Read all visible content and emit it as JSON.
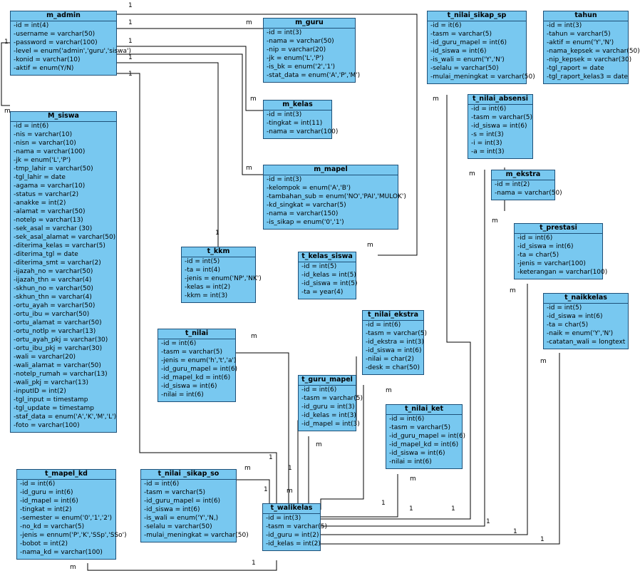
{
  "entities": [
    {
      "key": "m_admin",
      "title": "m_admin",
      "fields": [
        "id = int(4)",
        "username = varchar(50)",
        "password = varchar(100)",
        "level = enum('admin','guru','siswa')",
        "konid = varchar(10)",
        "aktif = enum(Y/N)"
      ]
    },
    {
      "key": "m_guru",
      "title": "m_guru",
      "fields": [
        "id = int(3)",
        "nama = varchar(50)",
        "nip = varchar(20)",
        "jk = enum('L','P')",
        "is_bk = enum('2','1')",
        "stat_data = enum('A','P','M')"
      ]
    },
    {
      "key": "t_nilai_sikap_sp",
      "title": "t_nilai_sikap_sp",
      "fields": [
        "id = it(6)",
        "tasm = varchar(5)",
        "id_guru_mapel = int(6)",
        "id_siswa = int(6)",
        "is_wali = enum('Y','N')",
        "selalu = varchar(50)",
        "mulai_meningkat = varchar(50)"
      ]
    },
    {
      "key": "tahun",
      "title": "tahun",
      "fields": [
        "id = int(3)",
        "tahun = varchar(5)",
        "aktif = enum('Y','N')",
        "nama_kepsek = varchar(50)",
        "nip_kepsek = varchar(30)",
        "tgl_raport = date",
        "tgl_raport_kelas3 = date"
      ]
    },
    {
      "key": "m_kelas",
      "title": "m_kelas",
      "fields": [
        "id = int(3)",
        "tingkat = int(11)",
        "nama = varchar(100)"
      ]
    },
    {
      "key": "t_nilai_absensi",
      "title": "t_nilai_absensi",
      "fields": [
        "id = int(6)",
        "tasm = varchar(5)",
        "id_siswa = int(6)",
        "s = int(3)",
        "i = int(3)",
        "a = int(3)"
      ]
    },
    {
      "key": "M_siswa",
      "title": "M_siswa",
      "fields": [
        "id = int(6)",
        "nis = varchar(10)",
        "nisn = varchar(10)",
        "nama = varchar(100)",
        "jk = enum('L','P')",
        "tmp_lahir = varchar(50)",
        "tgl_lahir = date",
        "agama = varchar(10)",
        "status = varchar(2)",
        "anakke = int(2)",
        "alamat = varchar(50)",
        "notelp = varchar(13)",
        "sek_asal = varchar (30)",
        "sek_asal_alamat = varchar(50)",
        "diterima_kelas = varchar(5)",
        "diterima_tgl = date",
        "diterima_smt = varchar(2)",
        "ijazah_no = varchar(50)",
        "ijazah_thn = varchar(4)",
        "skhun_no = varchar(50)",
        "skhun_thn = varchar(4)",
        "ortu_ayah = varchar(50)",
        "ortu_ibu = varchar(50)",
        "ortu_alamat = varchar(50)",
        "ortu_notlp = varchar(13)",
        "ortu_ayah_pkj = varchar(30)",
        "ortu_ibu_pkj = varchar(30)",
        "wali = varchar(20)",
        "wali_alamat = varchar(50)",
        "notelp_rumah = varchar(13)",
        "wali_pkj = varchar(13)",
        "inputID = int(2)",
        "tgl_input = timestamp",
        "tgl_update = timestamp",
        "staf_data = enum('A','K','M','L')",
        "foto = varchar(100)"
      ]
    },
    {
      "key": "m_mapel",
      "title": "m_mapel",
      "fields": [
        "id = int(3)",
        "kelompok = enum('A','B')",
        "tambahan_sub = enum('NO','PAI','MULOK')",
        "kd_singkat = varchar(5)",
        "nama = varchar(150)",
        "is_sikap = enum('0','1')"
      ]
    },
    {
      "key": "m_ekstra",
      "title": "m_ekstra",
      "fields": [
        "id = int(2)",
        "nama = varchar(50)"
      ]
    },
    {
      "key": "t_prestasi",
      "title": "t_prestasi",
      "fields": [
        "id = int(6)",
        "id_siswa = int(6)",
        "ta = char(5)",
        "jenis = varchar(100)",
        "keterangan = varchar(100)"
      ]
    },
    {
      "key": "t_kkm",
      "title": "t_kkm",
      "fields": [
        "id = int(5)",
        "ta = int(4)",
        "jenis = enum('NP','NK')",
        "kelas = int(2)",
        "kkm = int(3)"
      ]
    },
    {
      "key": "t_kelas_siswa",
      "title": "t_kelas_siswa",
      "fields": [
        "id = int(5)",
        "id_kelas = int(5)",
        "id_siswa = int(5)",
        "ta = year(4)"
      ]
    },
    {
      "key": "t_naikkelas",
      "title": "t_naikkelas",
      "fields": [
        "id = int(5)",
        "id_siswa = int(6)",
        "ta = char(5)",
        "naik = enum('Y','N')",
        "catatan_wali = longtext"
      ]
    },
    {
      "key": "t_nilai_ekstra",
      "title": "t_nilai_ekstra",
      "fields": [
        "id = int(6)",
        "tasm = varchar(5)",
        "id_ekstra = int(3)",
        "id_siswa = int(6)",
        "nilai = char(2)",
        "desk = char(50)"
      ]
    },
    {
      "key": "t_nilai",
      "title": "t_nilai",
      "fields": [
        "id = int(6)",
        "tasm = varchar(5)",
        "jenis = enum('h','t','a')",
        "id_guru_mapel = int(6)",
        "id_mapel_kd = int(6)",
        "id_siswa = int(6)",
        "nilai = int(6)"
      ]
    },
    {
      "key": "t_guru_mapel",
      "title": "t_guru_mapel",
      "fields": [
        "id = int(6)",
        "tasm = varchar(5)",
        "id_guru = int(3)",
        "id_kelas = int(3)",
        "id_mapel = int(3)"
      ]
    },
    {
      "key": "t_nilai_ket",
      "title": "t_nilai_ket",
      "fields": [
        "id = int(6)",
        "tasm = varchar(5)",
        "id_guru_mapel = int(6)",
        "id_mapel_kd = int(6)",
        "id_siswa = int(6)",
        "nilai = int(6)"
      ]
    },
    {
      "key": "t_mapel_kd",
      "title": "t_mapel_kd",
      "fields": [
        "id = int(6)",
        "id_guru = int(6)",
        "id_mapel = int(6)",
        "tingkat = int(2)",
        "semester = enum('0','1','2')",
        "no_kd = varchar(5)",
        "jenis = ennum('P','K','SSp','SSo')",
        "bobot = int(2)",
        "nama_kd = varchar(100)"
      ]
    },
    {
      "key": "t_nilai_sikap_so",
      "title": "t_nilai _sikap_so",
      "fields": [
        "id = int(6)",
        "tasm = varchar(5)",
        "id_guru_mapel = int(6)",
        "id_siswa = int(6)",
        "is_wali = enum('Y','N,)",
        "selalu = varchar(50)",
        "mulai_meningkat = varchar(50)"
      ]
    },
    {
      "key": "t_walikelas",
      "title": "t_walikelas",
      "fields": [
        "id = int(3)",
        "tasm = varchar(5)",
        "id_guru = int(2)",
        "id_kelas = int(2)"
      ]
    }
  ],
  "labels": [
    "1",
    "1",
    "1",
    "1",
    "1",
    "1",
    "m",
    "m",
    "m",
    "m",
    "m",
    "1",
    "m",
    "m",
    "m",
    "m",
    "m",
    "m",
    "m",
    "m",
    "m",
    "1",
    "1",
    "m",
    "1",
    "m",
    "1",
    "1",
    "1",
    "1",
    "1",
    "1",
    "1",
    "m",
    "1",
    "m"
  ]
}
